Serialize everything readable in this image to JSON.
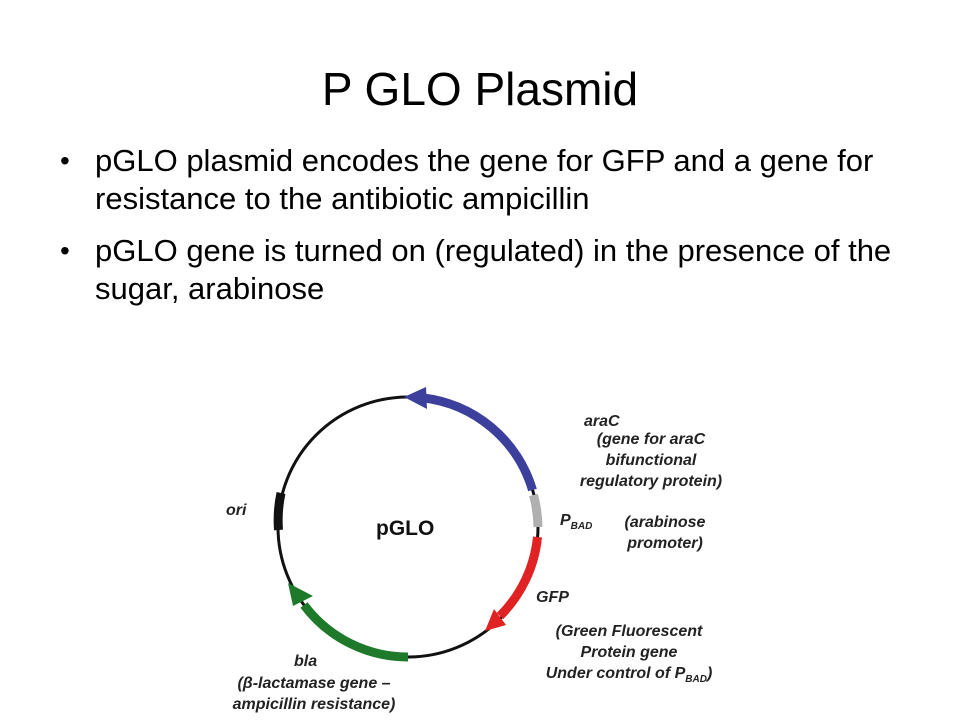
{
  "slide": {
    "title": "P GLO Plasmid",
    "bullets": [
      {
        "text": "pGLO plasmid encodes the gene for GFP and a gene for resistance to the antibiotic ampicillin"
      },
      {
        "text": "pGLO gene is turned on (regulated) in the presence of the sugar, arabinose"
      }
    ],
    "bullet_glyph": "•"
  },
  "diagram": {
    "plasmid_name": "pGLO",
    "colors": {
      "ring": "#111111",
      "araC": "#3c3f9c",
      "pbad": "#b0b0b0",
      "gfp": "#e02222",
      "bla": "#1e7a2a",
      "ori": "#111111"
    },
    "labels": {
      "araC_name": "araC",
      "araC_desc_1": "(gene for araC",
      "araC_desc_2": "bifunctional",
      "araC_desc_3": "regulatory protein)",
      "pbad_p": "P",
      "pbad_sub": "BAD",
      "pbad_desc_1": "(arabinose",
      "pbad_desc_2": "promoter)",
      "gfp_name": "GFP",
      "gfp_desc_1": "(Green Fluorescent",
      "gfp_desc_2": "Protein gene",
      "gfp_desc_3_prefix": "Under control of P",
      "gfp_desc_3_sub": "BAD",
      "gfp_desc_3_suffix": ")",
      "ori_name": "ori",
      "bla_name": "bla",
      "bla_desc_1_prefix": "(",
      "bla_desc_1_beta": "β",
      "bla_desc_1_suffix": "-lactamase gene –",
      "bla_desc_2": "ampicillin resistance)"
    }
  }
}
